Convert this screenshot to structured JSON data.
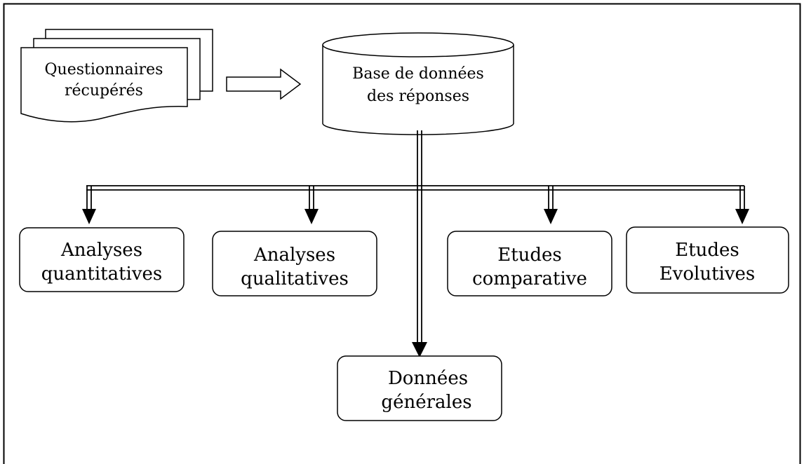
{
  "diagram": {
    "source": {
      "line1": "Questionnaires",
      "line2": "récupérés"
    },
    "database": {
      "line1": "Base de données",
      "line2": "des réponses"
    },
    "outputs": [
      {
        "line1": "Analyses",
        "line2": "quantitatives"
      },
      {
        "line1": "Analyses",
        "line2": "qualitatives"
      },
      {
        "line1": "Etudes",
        "line2": "comparative"
      },
      {
        "line1": "Etudes",
        "line2": "Evolutives"
      }
    ],
    "general": {
      "line1": "Données",
      "line2": "générales"
    }
  },
  "colors": {
    "stroke": "#000000",
    "fill": "#ffffff"
  }
}
